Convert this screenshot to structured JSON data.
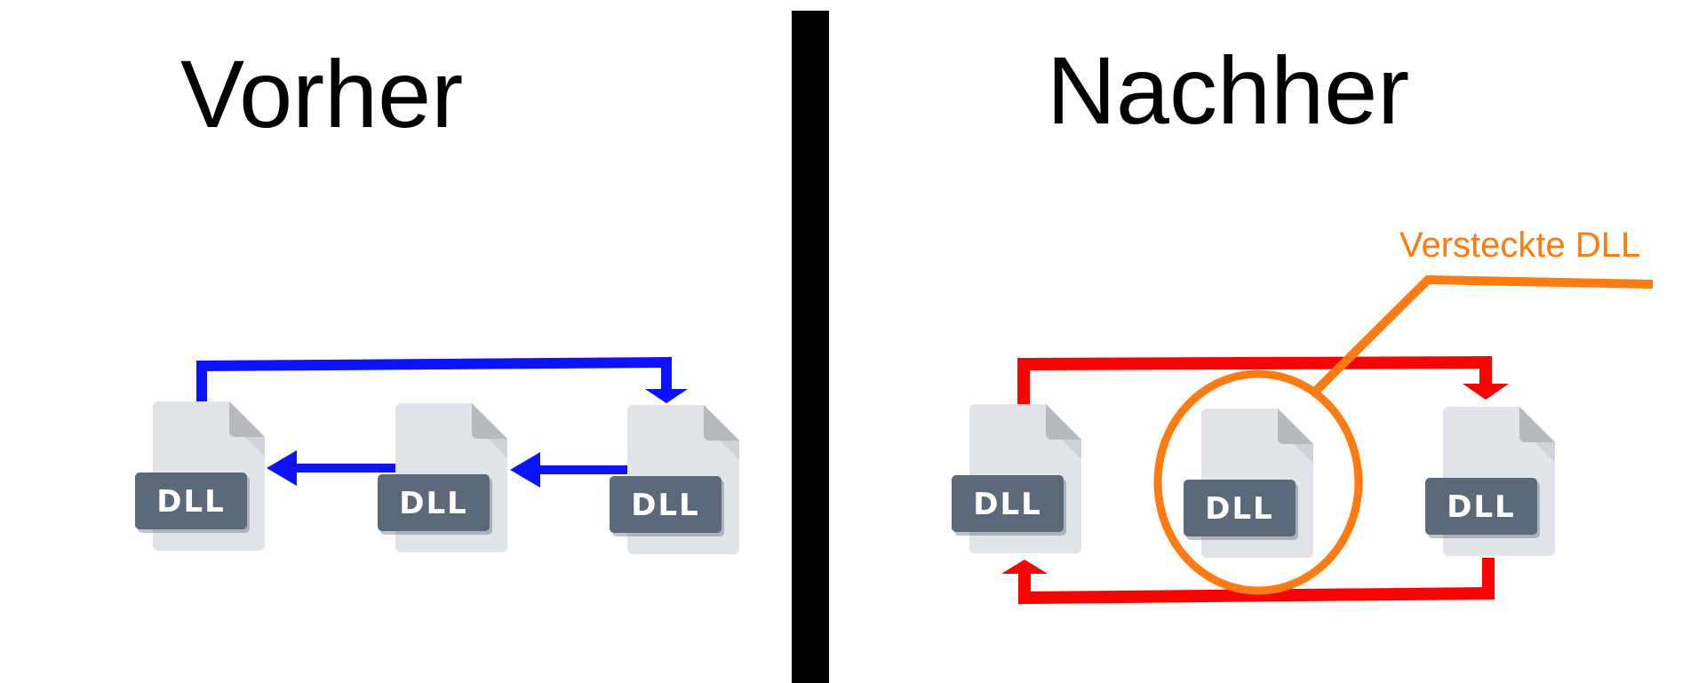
{
  "panels": {
    "before": {
      "title": "Vorher"
    },
    "after": {
      "title": "Nachher"
    }
  },
  "file_label": "DLL",
  "callout": {
    "label": "Versteckte DLL"
  },
  "colors": {
    "divider": "#000000",
    "before_arrows": "#0a12ff",
    "after_arrows": "#ff0000",
    "highlight": "#ff7b0f",
    "file_body": "#e1e4e8",
    "file_fold": "#b6babf",
    "file_fold_shadow": "#cfd3d8",
    "file_label_bg": "#5a6a7a"
  }
}
